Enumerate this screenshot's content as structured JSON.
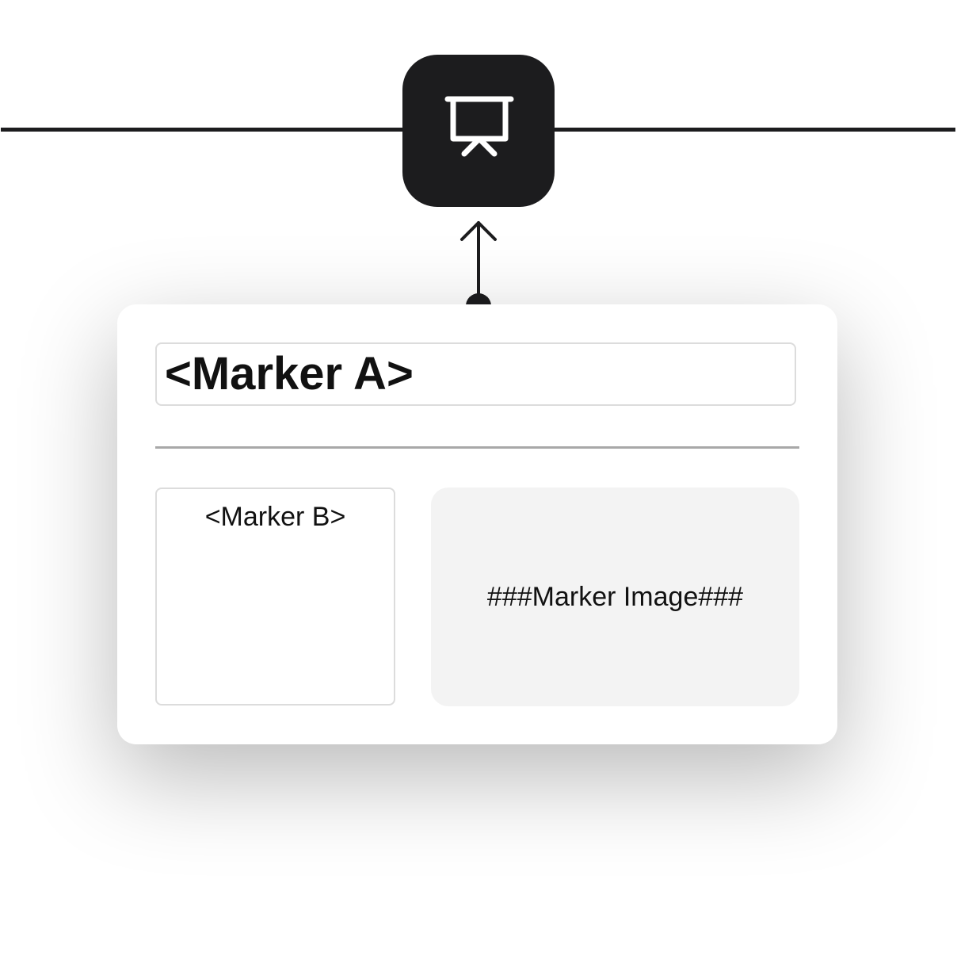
{
  "node": {
    "icon": "presentation-board-icon",
    "color": "#1c1c1e",
    "icon_color": "#ffffff"
  },
  "card": {
    "title": "<Marker A>",
    "text_label": "<Marker B>",
    "image_label": "###Marker Image###"
  }
}
